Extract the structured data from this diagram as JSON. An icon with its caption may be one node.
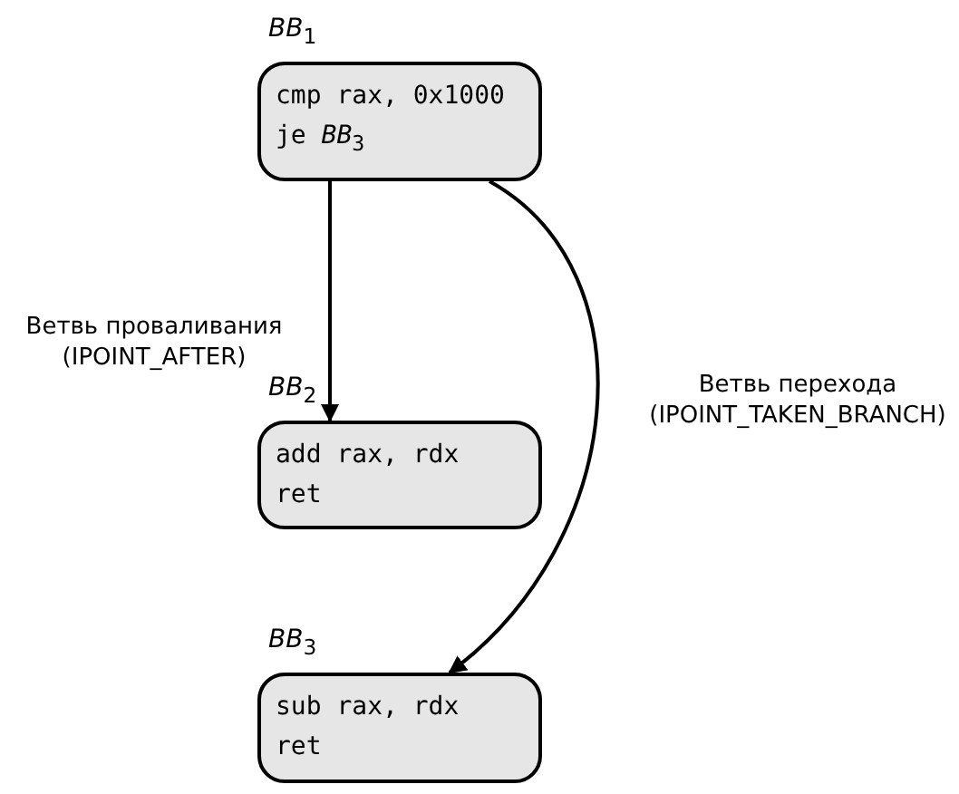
{
  "diagram": {
    "nodes": [
      {
        "text": [
          "*BB*$_{1}$",
          "cmp rax, 0x1000",
          "je *BB*$_{3}$"
        ]
      },
      {
        "text": [
          "*BB*$_{2}$",
          "add rax, rdx",
          "ret"
        ]
      },
      {
        "text": [
          "*BB*$_{3}$",
          "sub rax, rdx",
          "ret"
        ]
      }
    ],
    "edges": [
      {
        "from": 0,
        "to": 1,
        "arrow": "to",
        "label": "Ветвь проваливания (IPOINT_AFTER)"
      },
      {
        "from": 0,
        "to": 2,
        "arrow": "to",
        "label": "Ветвь перехода (IPOINT_TAKEN_BRANCH)"
      }
    ]
  }
}
